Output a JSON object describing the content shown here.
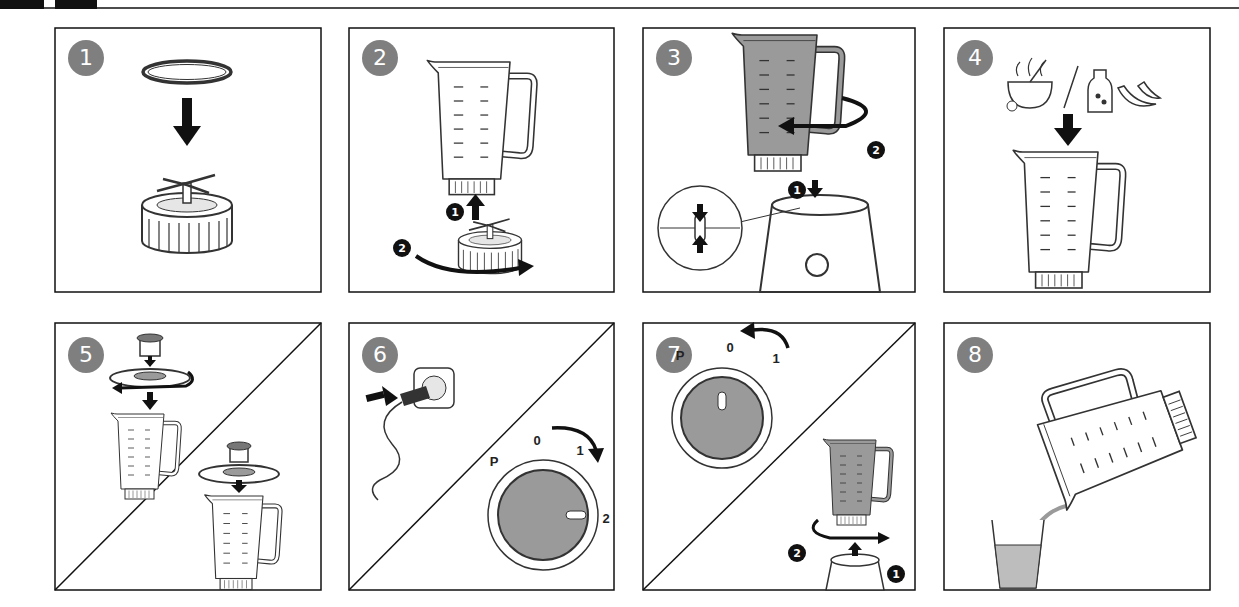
{
  "diagram": {
    "nodes": [
      {
        "text": [
          "1"
        ]
      },
      {
        "text": [
          "2"
        ]
      },
      {
        "text": [
          "1"
        ]
      },
      {
        "text": [
          "2"
        ]
      },
      {
        "text": [
          "3"
        ]
      },
      {
        "text": [
          "1"
        ]
      },
      {
        "text": [
          "2"
        ]
      },
      {
        "text": [
          "4"
        ]
      },
      {
        "text": [
          "5"
        ]
      },
      {
        "text": [
          "6"
        ]
      },
      {
        "text": [
          "7"
        ]
      },
      {
        "text": [
          "2"
        ]
      },
      {
        "text": [
          "1"
        ]
      },
      {
        "text": [
          "8"
        ]
      }
    ],
    "labels": [
      "P",
      "0",
      "1",
      "2",
      "P",
      "0",
      "1"
    ]
  }
}
